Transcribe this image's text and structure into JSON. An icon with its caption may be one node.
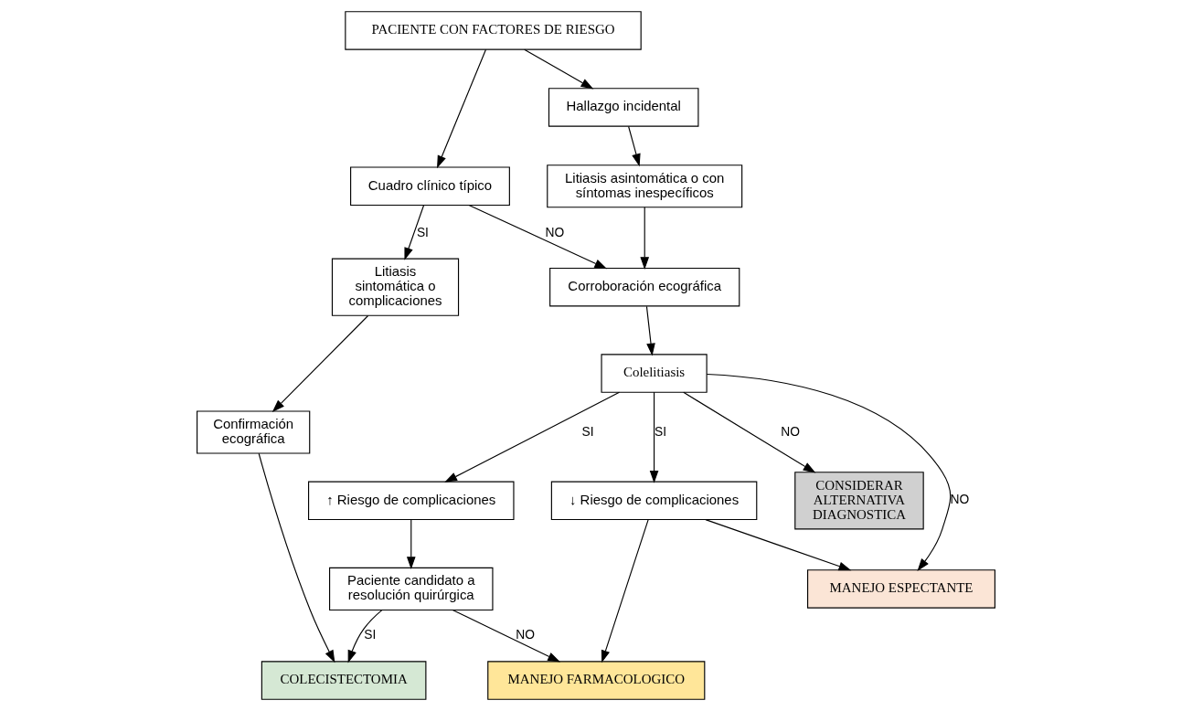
{
  "diagram": {
    "nodes": [
      {
        "text": [
          "PACIENTE CON FACTORES DE RIESGO"
        ]
      },
      {
        "text": [
          "Cuadro clínico típico"
        ]
      },
      {
        "text": [
          "Hallazgo incidental"
        ]
      },
      {
        "text": [
          "Litiasis sintomática o complicaciones"
        ]
      },
      {
        "text": [
          "Litiasis asintomática o con síntomas inespecíficos"
        ]
      },
      {
        "text": [
          "Corroboración ecográfica"
        ]
      },
      {
        "text": [
          "Confirmación ecográfica"
        ]
      },
      {
        "text": [
          "Colelitiasis"
        ]
      },
      {
        "text": [
          "↑ Riesgo de complicaciones"
        ]
      },
      {
        "text": [
          "↓ Riesgo de complicaciones"
        ]
      },
      {
        "text": [
          "CONSIDERAR ALTERNATIVA DIAGNOSTICA"
        ]
      },
      {
        "text": [
          "Paciente candidato a resolución quirúrgica"
        ]
      },
      {
        "text": [
          "COLECISTECTOMIA"
        ]
      },
      {
        "text": [
          "MANEJO FARMACOLOGICO"
        ]
      },
      {
        "text": [
          "MANEJO ESPECTANTE"
        ]
      }
    ],
    "edges": [
      {
        "from": 0,
        "to": 1,
        "arrow": "to"
      },
      {
        "from": 0,
        "to": 2,
        "arrow": "to"
      },
      {
        "from": 1,
        "to": 3,
        "arrow": "to",
        "label": "SI"
      },
      {
        "from": 1,
        "to": 5,
        "arrow": "to",
        "label": "NO"
      },
      {
        "from": 2,
        "to": 4,
        "arrow": "to"
      },
      {
        "from": 4,
        "to": 5,
        "arrow": "to"
      },
      {
        "from": 3,
        "to": 6,
        "arrow": "to"
      },
      {
        "from": 6,
        "to": 12,
        "arrow": "to"
      },
      {
        "from": 5,
        "to": 7,
        "arrow": "to"
      },
      {
        "from": 7,
        "to": 8,
        "arrow": "to",
        "label": "SI"
      },
      {
        "from": 7,
        "to": 9,
        "arrow": "to",
        "label": "SI"
      },
      {
        "from": 7,
        "to": 10,
        "arrow": "to",
        "label": "NO"
      },
      {
        "from": 7,
        "to": 14,
        "arrow": "to",
        "label": "NO"
      },
      {
        "from": 8,
        "to": 11,
        "arrow": "to"
      },
      {
        "from": 11,
        "to": 12,
        "arrow": "to",
        "label": "SI"
      },
      {
        "from": 11,
        "to": 13,
        "arrow": "to",
        "label": "NO"
      },
      {
        "from": 9,
        "to": 13,
        "arrow": "to"
      },
      {
        "from": 9,
        "to": 14,
        "arrow": "to"
      }
    ]
  }
}
